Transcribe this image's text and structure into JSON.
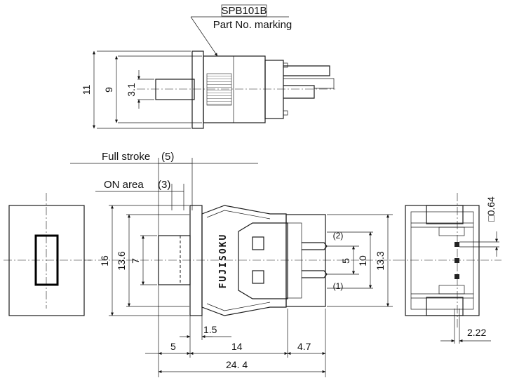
{
  "labels": {
    "part_number": "SPB101B",
    "part_marking": "Part No. marking",
    "full_stroke": "Full stroke",
    "full_stroke_value": "(5)",
    "on_area": "ON area",
    "on_area_value": "(3)",
    "brand": "FUJISOKU",
    "terminal_2": "(2)",
    "terminal_1": "(1)"
  },
  "dimensions": {
    "top_height": "11",
    "top_inner": "9",
    "plunger_dia": "3.1",
    "front_height": "16",
    "body_height": "13.6",
    "plunger_height": "7",
    "pin_pitch": "5",
    "pin_span": "10",
    "rear_height": "13.3",
    "step": "1.5",
    "left_offset": "5",
    "body_length": "14",
    "pin_length": "4.7",
    "overall_length": "24. 4",
    "pin_square": "□0.6",
    "pin_square_suffix": "4",
    "pin_row_pitch": "2.22"
  }
}
